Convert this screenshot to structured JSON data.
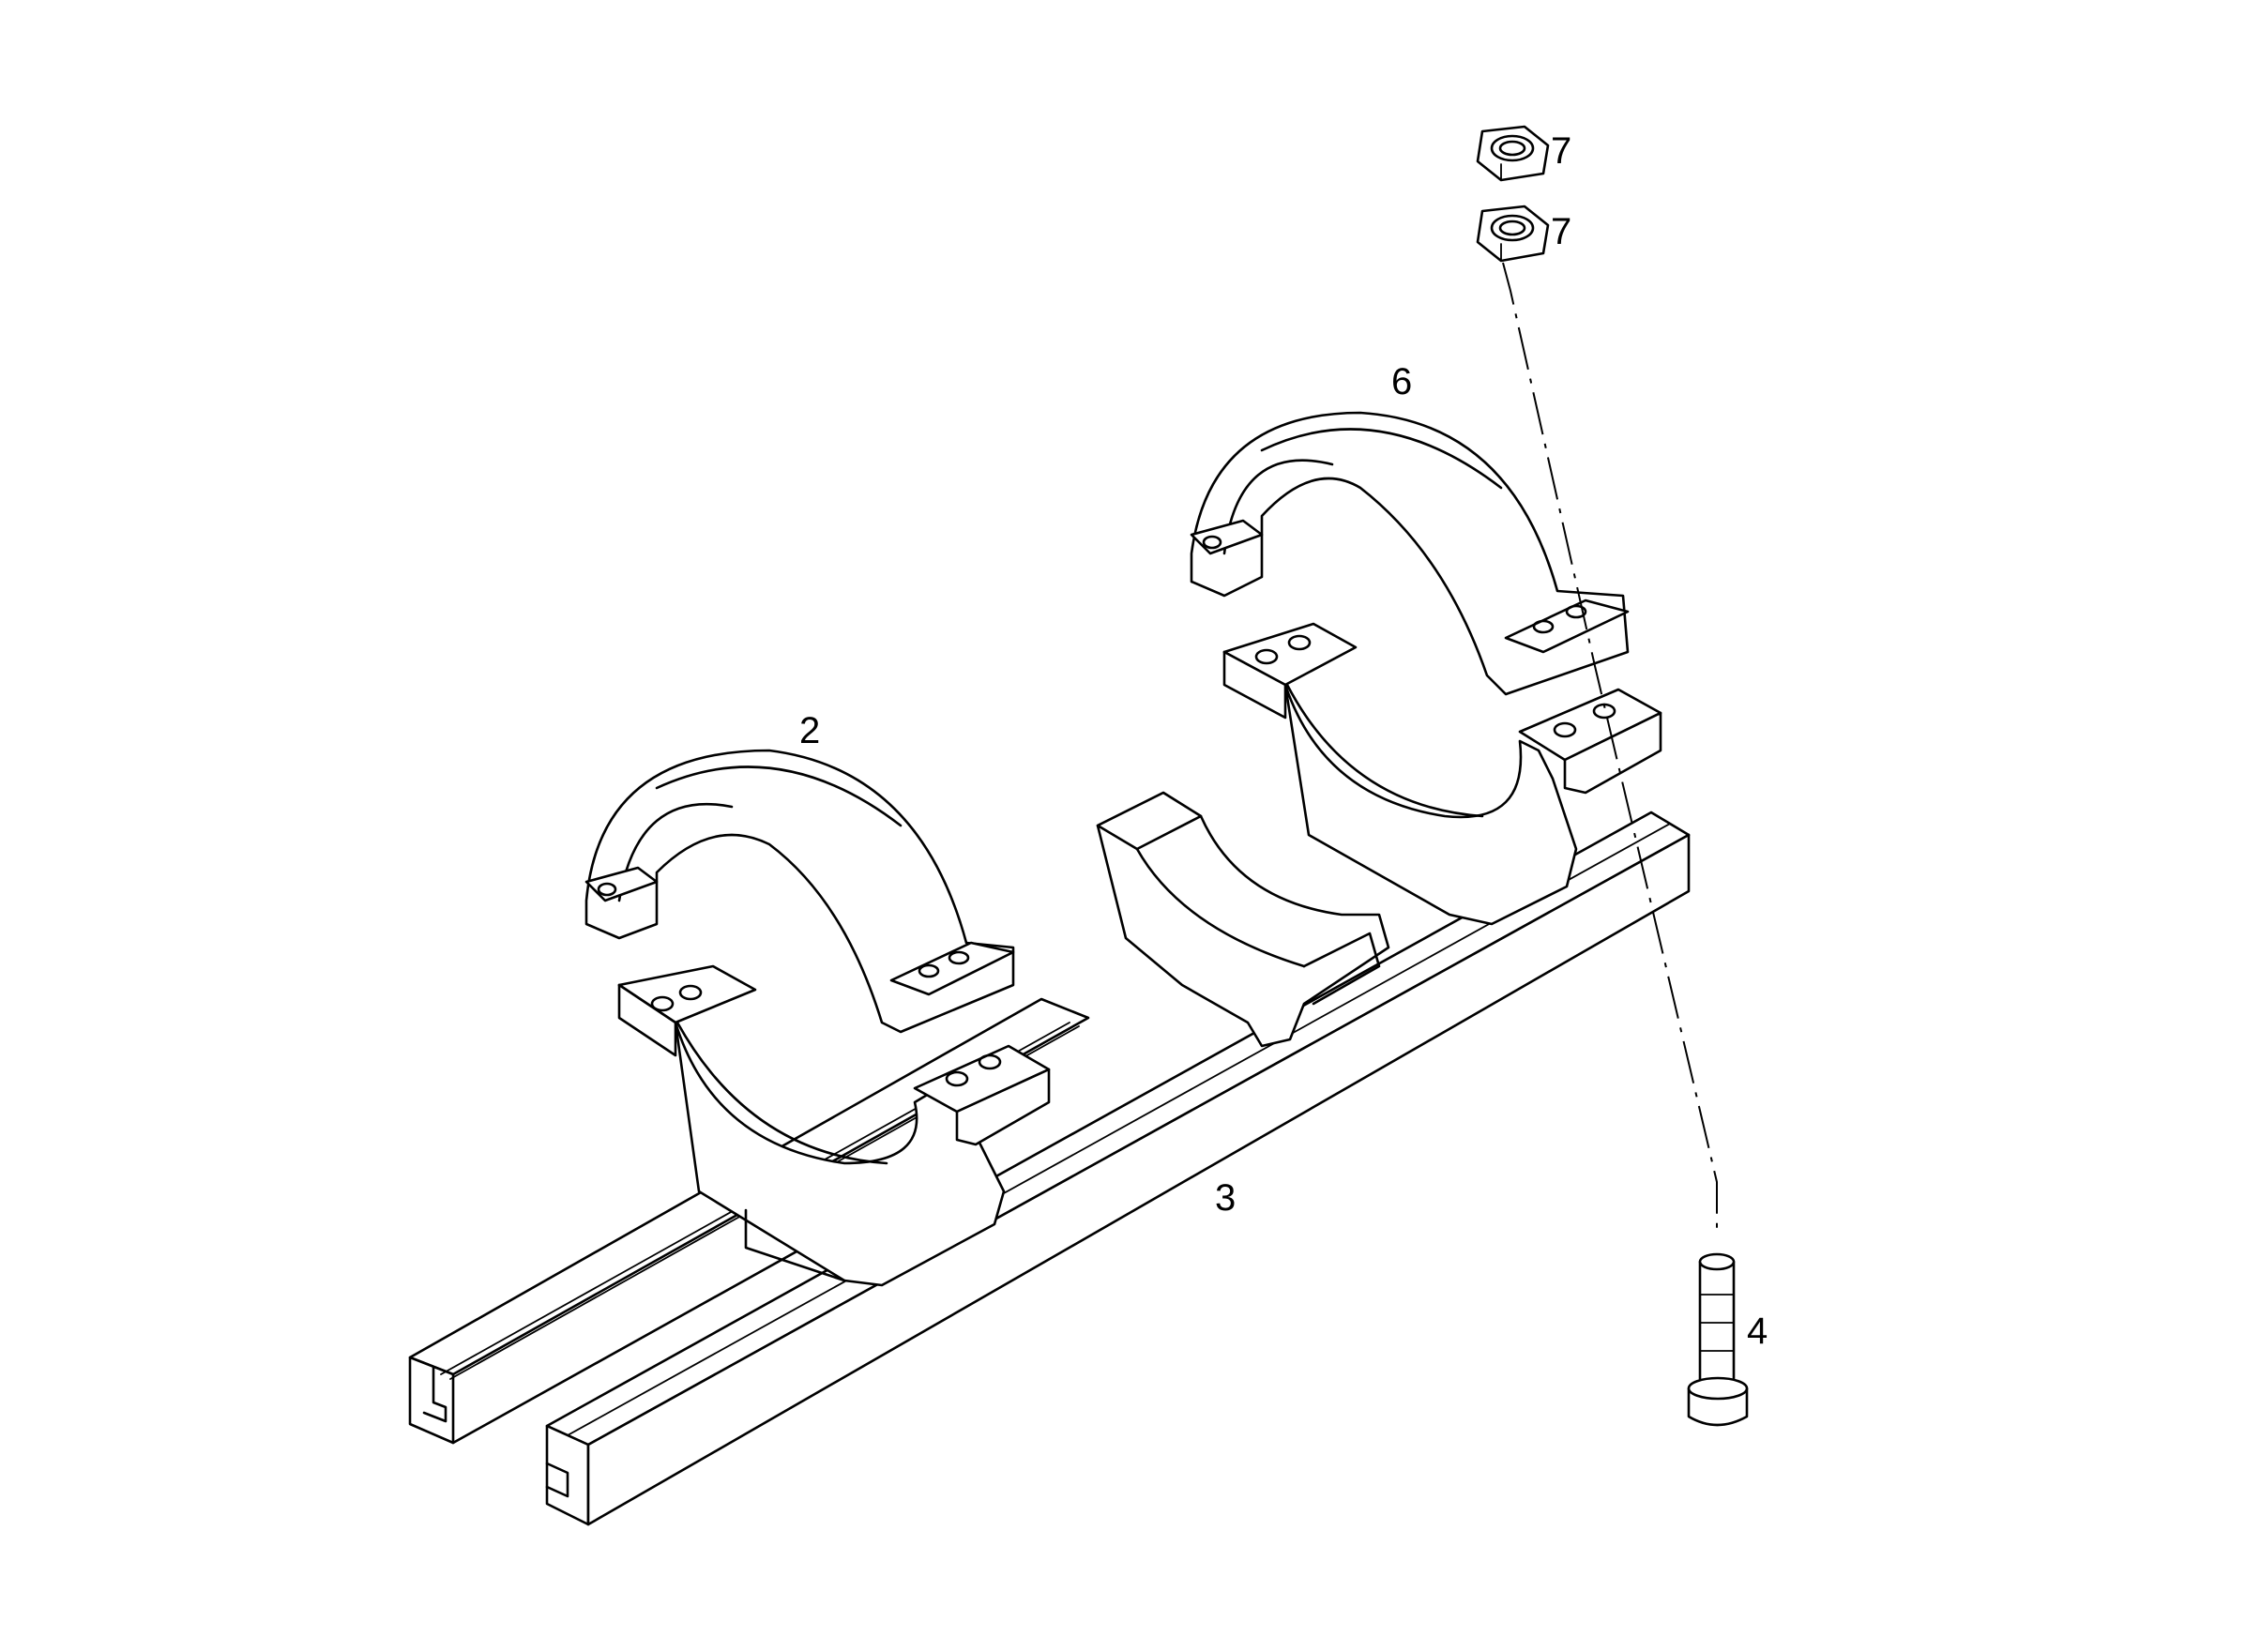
{
  "diagram": {
    "callouts": {
      "nut_upper": "7",
      "nut_lower": "7",
      "clamp_rear": "6",
      "clamp_front": "2",
      "rail": "3",
      "bolt": "4"
    },
    "colors": {
      "line": "#000000",
      "background": "#ffffff"
    }
  }
}
